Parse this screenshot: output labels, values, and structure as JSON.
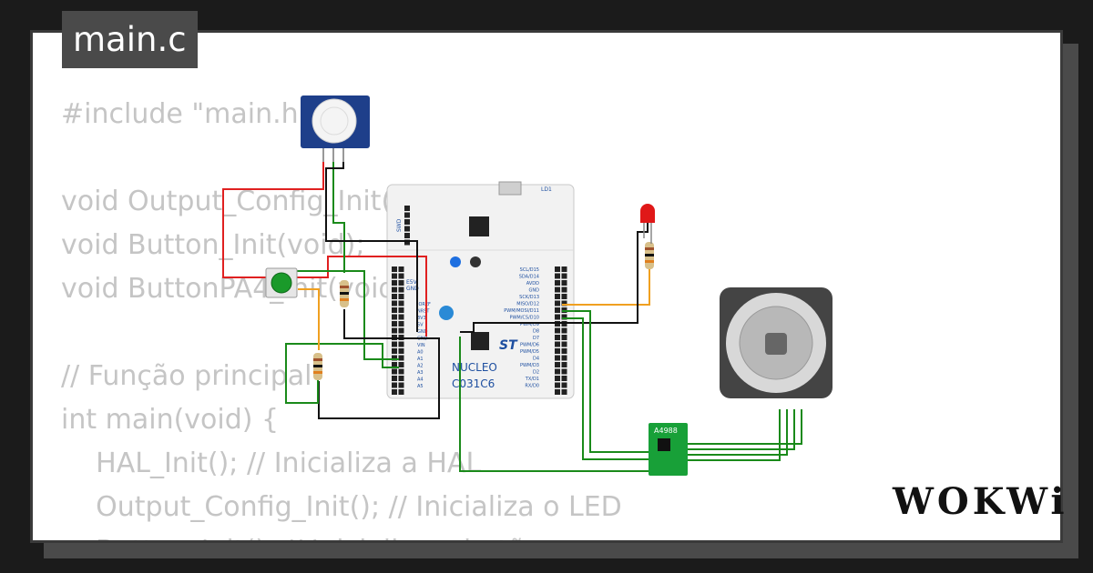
{
  "file_tab": {
    "label": "main.c"
  },
  "code_lines": [
    "#include \"main.h\"",
    "",
    "void Output_Config_Init(void);",
    "void Button_Init(void);",
    "void ButtonPA4_Init(void);",
    "",
    "// Função principal",
    "int main(void) {",
    "    HAL_Init(); // Inicializa a HAL",
    "    Output_Config_Init(); // Inicializa o LED",
    "    Button_Init(); // Inicializa o botão"
  ],
  "board": {
    "name_line1": "NUCLEO",
    "name_line2": "C031C6",
    "label_swd": "SWD",
    "label_ld1": "LD1",
    "label_e5v": "E5V",
    "label_gnd": "GND",
    "right_pins": [
      "SCL/D15",
      "SDA/D14",
      "AVDD",
      "GND",
      "SCK/D13",
      "MISO/D12",
      "PWM/MOSI/D11",
      "PWM/CS/D10",
      "PWM/D9",
      "D8",
      "D7",
      "PWM/D6",
      "PWM/D5",
      "D4",
      "PWM/D3",
      "D2",
      "TX/D1",
      "RX/D0"
    ],
    "left_pins": [
      "IOREF",
      "NRST",
      "3V3",
      "5V",
      "GND",
      "GND",
      "VIN",
      "A0",
      "A1",
      "A2",
      "A3",
      "A4",
      "A5"
    ]
  },
  "driver": {
    "label": "A4988"
  },
  "logo": {
    "text": "WOKWi"
  },
  "colors": {
    "background": "#1b1b1b",
    "card": "#ffffff",
    "tab": "#4a4a4a",
    "code_text": "#c5c5c5",
    "wire_red": "#e02020",
    "wire_green": "#1a8a1a",
    "wire_black": "#111111",
    "wire_orange": "#f0a020",
    "board_blue": "#1e4fa0",
    "driver_green": "#18a038"
  }
}
